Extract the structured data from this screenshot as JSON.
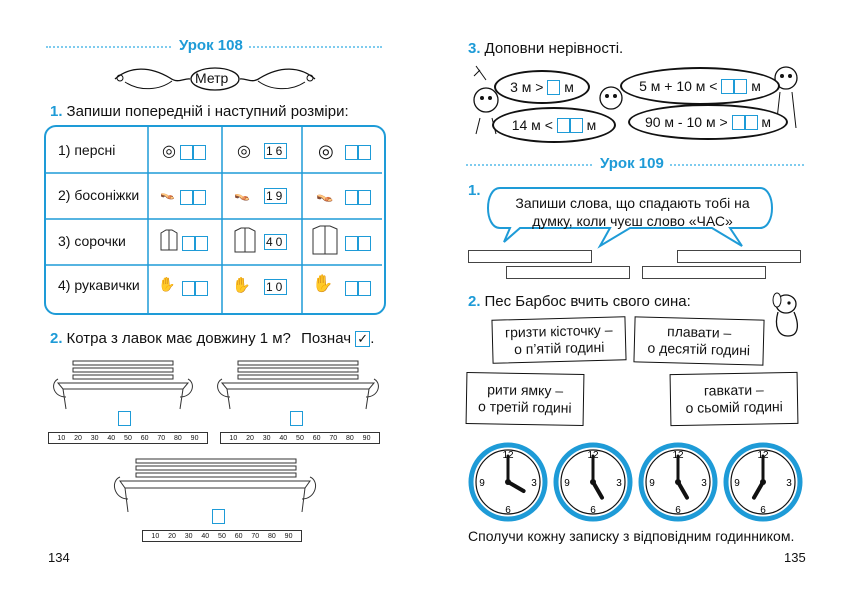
{
  "left_page": {
    "lesson_title": "Урок 108",
    "topic": "Метр",
    "task1": {
      "number": "1.",
      "text": "Запиши попередній і наступний розміри:",
      "rows": [
        {
          "label": "1) персні",
          "value": "16"
        },
        {
          "label": "2) босоніжки",
          "value": "19"
        },
        {
          "label": "3) сорочки",
          "value": "40"
        },
        {
          "label": "4) рукавички",
          "value": "10"
        }
      ]
    },
    "task2": {
      "number": "2.",
      "text": "Котра з лавок має довжину 1 м?",
      "mark_text": "Познач",
      "ruler_ticks": [
        "10",
        "20",
        "30",
        "40",
        "50",
        "60",
        "70",
        "80",
        "90"
      ]
    },
    "page_number": "134"
  },
  "right_page": {
    "task3": {
      "number": "3.",
      "text": "Доповни нерівності.",
      "inequalities": [
        {
          "left": "3 м >",
          "right": "м"
        },
        {
          "left": "5 м + 10 м <",
          "right": "м"
        },
        {
          "left": "14 м <",
          "right": "м"
        },
        {
          "left": "90 м - 10 м >",
          "right": "м"
        }
      ]
    },
    "lesson_title": "Урок 109",
    "task1": {
      "number": "1.",
      "bubble_text": "Запиши слова, що спадають тобі на думку, коли чуєш слово «ЧАС»"
    },
    "task2": {
      "number": "2.",
      "text": "Пес Барбос вчить свого сина:",
      "notes": [
        {
          "line1": "гризти кісточку –",
          "line2": "о п’ятій годині"
        },
        {
          "line1": "плавати –",
          "line2": "о десятій годині"
        },
        {
          "line1": "рити ямку –",
          "line2": "о третій годині"
        },
        {
          "line1": "гавкати –",
          "line2": "о сьомій годині"
        }
      ],
      "clock_hours": [
        4,
        5,
        5,
        7
      ],
      "clock_labels": [
        "12",
        "3",
        "6",
        "9"
      ],
      "instruction": "Сполучи кожну записку з відповідним годинником."
    },
    "page_number": "135"
  }
}
